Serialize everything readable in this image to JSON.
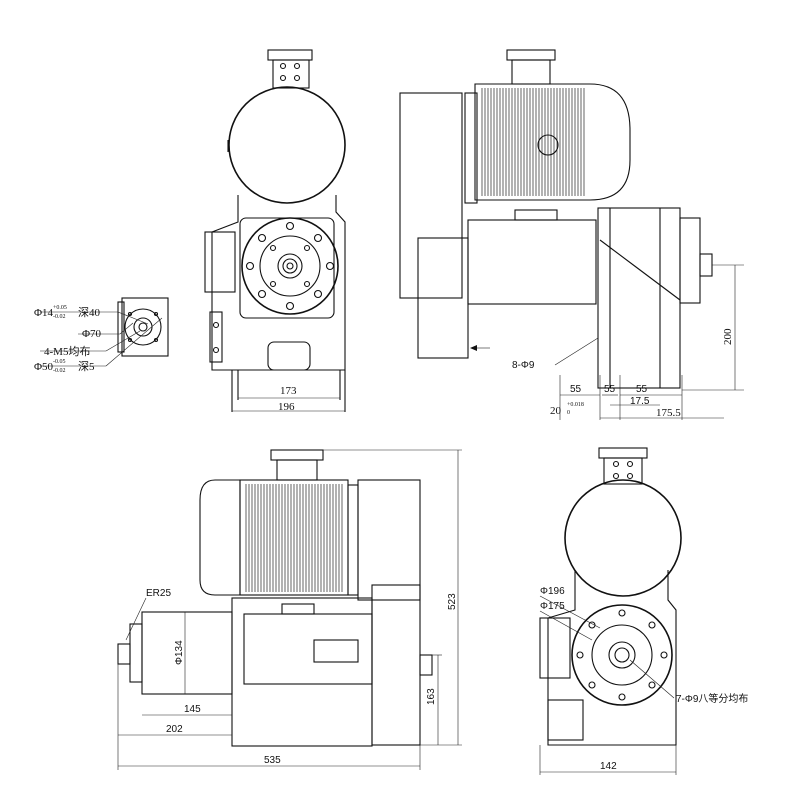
{
  "views": {
    "top_front": {
      "dim_173": "173",
      "dim_196": "196"
    },
    "top_side": {
      "dim_200": "200",
      "hole_note": "8-Φ9",
      "dim_55a": "55",
      "dim_55b": "55",
      "dim_55c": "55",
      "dim_20": "20",
      "tol_20_upper": "+0.018",
      "tol_20_lower": "0",
      "dim_17_5": "17.5",
      "dim_175_5": "175.5"
    },
    "detail": {
      "bore_main": "Φ14",
      "bore_tol_upper": "+0.05",
      "bore_tol_lower": "-0.02",
      "bore_depth": "深40",
      "pcd": "Φ70",
      "tapped": "4-M5均布",
      "spigot_main": "Φ50",
      "spigot_tol_upper": "-0.05",
      "spigot_tol_lower": "-0.02",
      "spigot_depth": "深5"
    },
    "bottom_side": {
      "collet": "ER25",
      "dia_134": "Φ134",
      "dim_145": "145",
      "dim_202": "202",
      "dim_535": "535",
      "dim_523": "523",
      "dim_163": "163"
    },
    "bottom_front": {
      "dia_196": "Φ196",
      "dia_175": "Φ175",
      "holes": "7-Φ9八等分均布",
      "dim_142": "142"
    }
  }
}
